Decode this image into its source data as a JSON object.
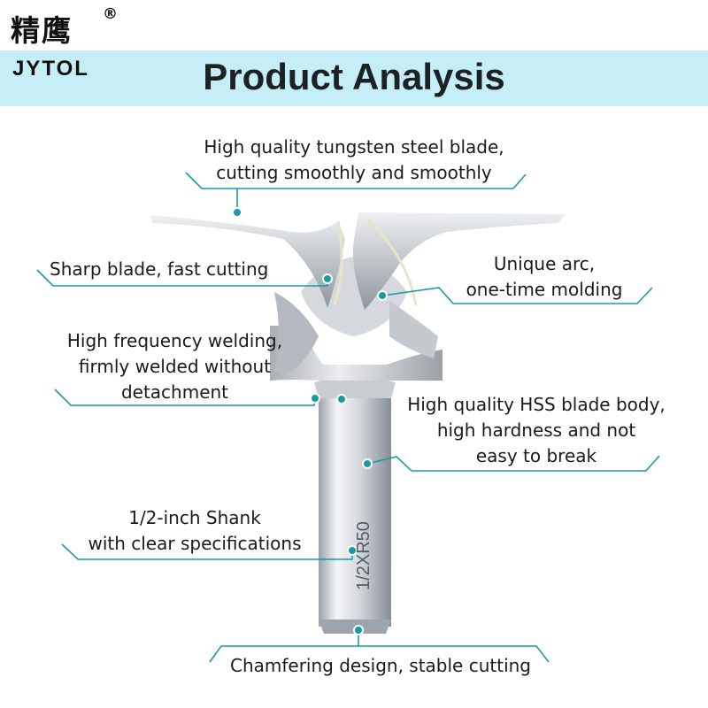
{
  "brand": {
    "name_cn": "精鹰",
    "reg_mark": "®",
    "name_en": "JYTOL"
  },
  "title": "Product Analysis",
  "shank_marking": "1/2XR50",
  "accent_color": "#1b9aa6",
  "features": [
    {
      "lines": [
        "High quality tungsten steel blade,",
        "cutting smoothly and smoothly"
      ]
    },
    {
      "lines": [
        "Sharp blade, fast cutting"
      ]
    },
    {
      "lines": [
        "Unique arc,",
        "one-time molding"
      ]
    },
    {
      "lines": [
        "High frequency welding,",
        "firmly welded without",
        "detachment"
      ]
    },
    {
      "lines": [
        "High quality HSS blade body,",
        "high hardness and not",
        "easy to break"
      ]
    },
    {
      "lines": [
        "1/2-inch Shank",
        "with clear specifications"
      ]
    },
    {
      "lines": [
        "Chamfering design, stable cutting"
      ]
    }
  ]
}
